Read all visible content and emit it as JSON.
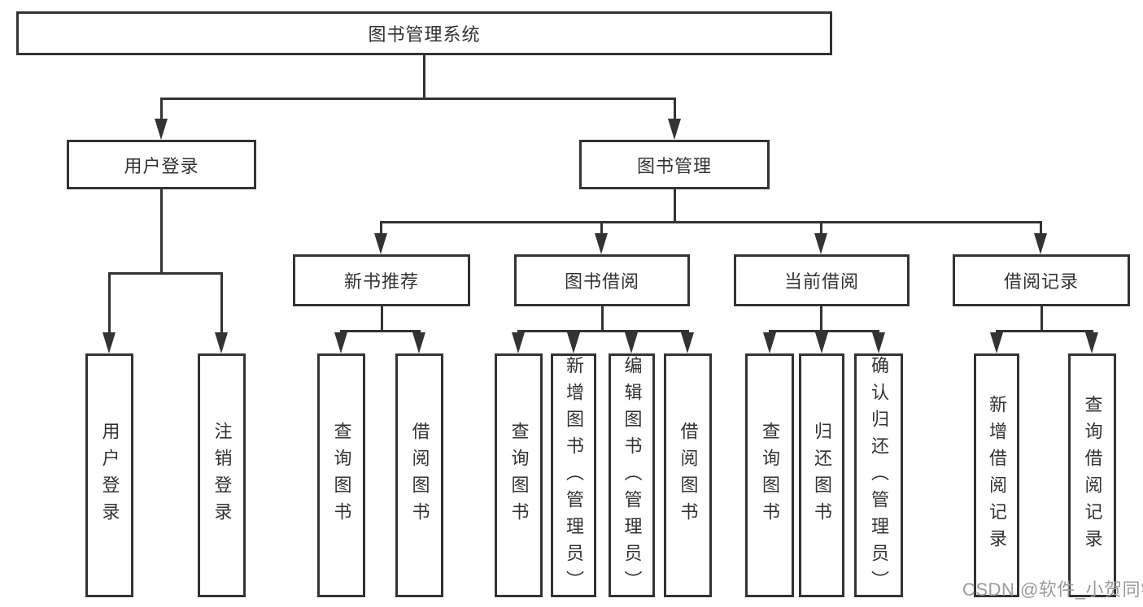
{
  "tree": {
    "root": {
      "label": "图书管理系统"
    },
    "level2": [
      {
        "label": "用户登录",
        "leaves": [
          "用户登录",
          "注销登录"
        ]
      },
      {
        "label": "图书管理"
      }
    ],
    "level3": [
      {
        "label": "新书推荐",
        "leaves": [
          "查询图书",
          "借阅图书"
        ]
      },
      {
        "label": "图书借阅",
        "leaves": [
          "查询图书",
          "新增图书（管理员）",
          "编辑图书（管理员）",
          "借阅图书"
        ]
      },
      {
        "label": "当前借阅",
        "leaves": [
          "查询图书",
          "归还图书",
          "确认归还（管理员）"
        ]
      },
      {
        "label": "借阅记录",
        "leaves": [
          "新增借阅记录",
          "查询借阅记录"
        ]
      }
    ]
  },
  "watermark": {
    "text": "CSDN @软件_小贺同学"
  },
  "colors": {
    "line": "#333333",
    "text": "#333333",
    "background": "#ffffff",
    "watermark": "#9b9b9b"
  }
}
